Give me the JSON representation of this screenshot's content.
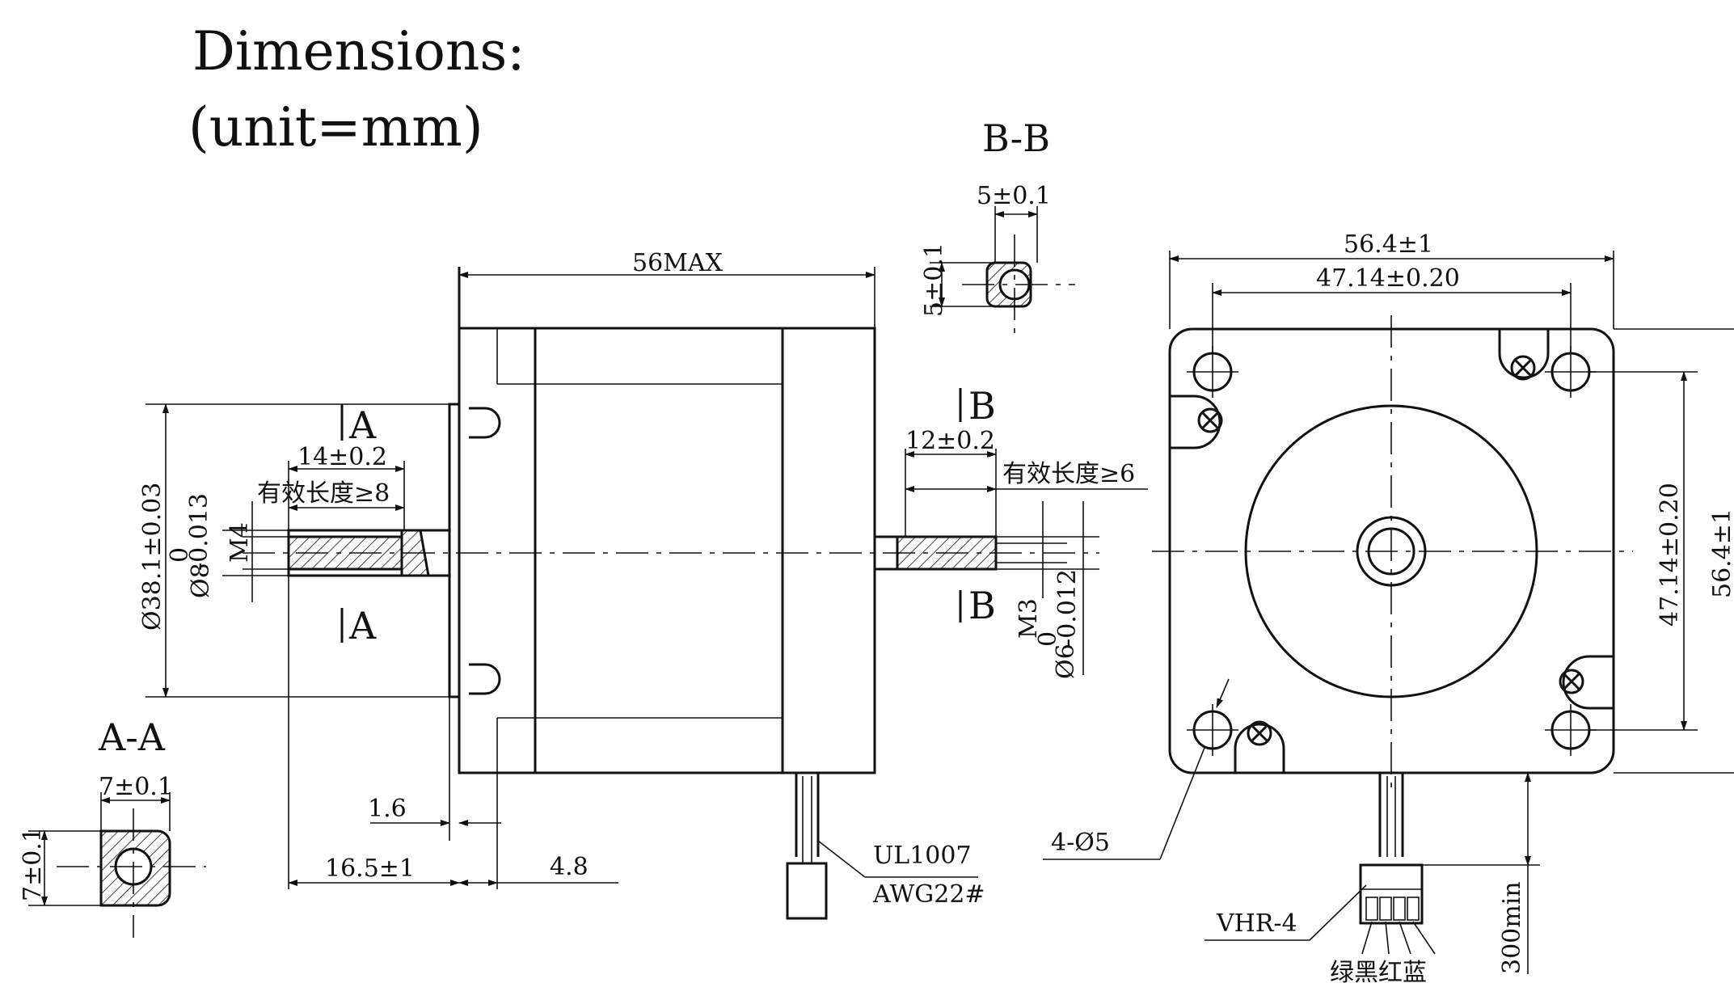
{
  "title": {
    "line1": "Dimensions:",
    "line2": "(unit=mm)"
  },
  "sections": {
    "bb": "B-B",
    "aa": "A-A",
    "mark_a": "A",
    "mark_b": "B"
  },
  "side_view": {
    "length": "56MAX",
    "shaft_diameter": "Ø38.1±0.03",
    "front_shaft_length": "14±0.2",
    "front_effective": "有效长度≥8",
    "front_thread": "M4",
    "front_shaft_dia": "Ø8",
    "front_tol_upper": "0",
    "front_tol_lower": "-0.013",
    "rear_shaft_length": "12±0.2",
    "rear_effective": "有效长度≥6",
    "rear_thread": "M3",
    "rear_shaft_dia": "Ø6",
    "rear_tol_upper": "0",
    "rear_tol_lower": "-0.012",
    "flange": "1.6",
    "shaft_extension": "16.5±1",
    "boss": "4.8",
    "cable_type": "UL1007",
    "cable_gauge": "AWG22#"
  },
  "section_bb": {
    "width": "5±0.1",
    "height": "5±0.1"
  },
  "section_aa": {
    "width": "7±0.1",
    "height": "7±0.1"
  },
  "front_view": {
    "outer_width": "56.4±1",
    "hole_spacing_h": "47.14±0.20",
    "hole_spacing_v": "47.14±0.20",
    "outer_height": "56.4±1",
    "holes": "4-Ø5",
    "connector": "VHR-4",
    "wire_colors": "绿黑红蓝",
    "lead_length": "300min"
  }
}
